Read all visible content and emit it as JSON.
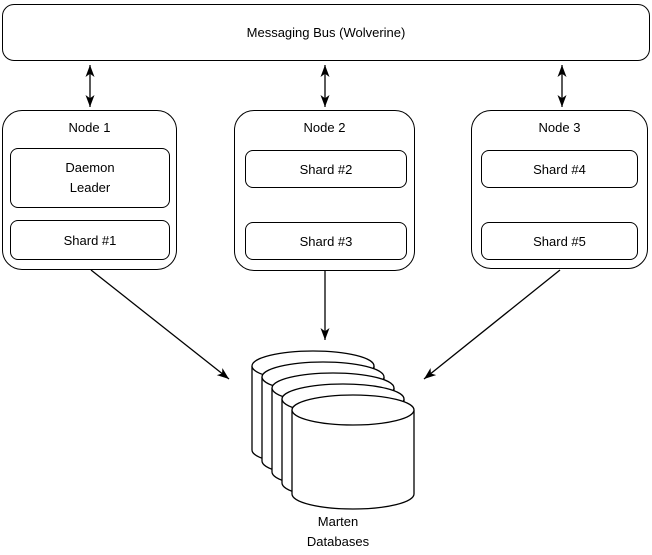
{
  "bus": {
    "label": "Messaging Bus (Wolverine)"
  },
  "nodes": [
    {
      "title": "Node 1",
      "boxes": [
        {
          "label": "Daemon\nLeader"
        },
        {
          "label": "Shard #1"
        }
      ]
    },
    {
      "title": "Node 2",
      "boxes": [
        {
          "label": "Shard #2"
        },
        {
          "label": "Shard #3"
        }
      ]
    },
    {
      "title": "Node 3",
      "boxes": [
        {
          "label": "Shard #4"
        },
        {
          "label": "Shard #5"
        }
      ]
    }
  ],
  "database": {
    "label": "Marten\nDatabases",
    "icon": "database-stack-icon",
    "cylinder_count": 5
  },
  "connections": [
    {
      "from": "Messaging Bus (Wolverine)",
      "to": "Node 1",
      "type": "bidirectional"
    },
    {
      "from": "Messaging Bus (Wolverine)",
      "to": "Node 2",
      "type": "bidirectional"
    },
    {
      "from": "Messaging Bus (Wolverine)",
      "to": "Node 3",
      "type": "bidirectional"
    },
    {
      "from": "Node 1",
      "to": "Marten Databases",
      "type": "directed"
    },
    {
      "from": "Node 2",
      "to": "Marten Databases",
      "type": "directed"
    },
    {
      "from": "Node 3",
      "to": "Marten Databases",
      "type": "directed"
    }
  ],
  "colors": {
    "stroke": "#000000",
    "fill": "#ffffff",
    "text": "#000000",
    "background": "#ffffff"
  }
}
